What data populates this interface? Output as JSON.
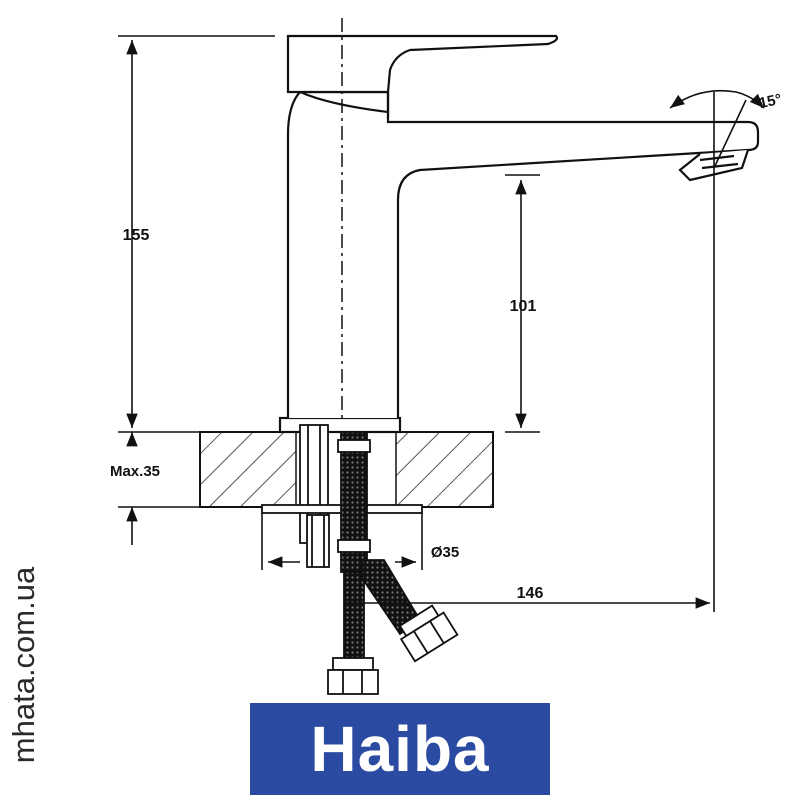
{
  "dimensions": {
    "total_height": "155",
    "spout_clearance": "101",
    "max_counter_thickness": "Max.35",
    "mount_hole": "Ø35",
    "spout_reach": "146",
    "swivel_angle": "15°"
  },
  "watermark": "mhata.com.ua",
  "logo": "Haiba",
  "colors": {
    "line": "#111111",
    "logo_background": "#2b4aa2",
    "logo_text": "#ffffff"
  }
}
